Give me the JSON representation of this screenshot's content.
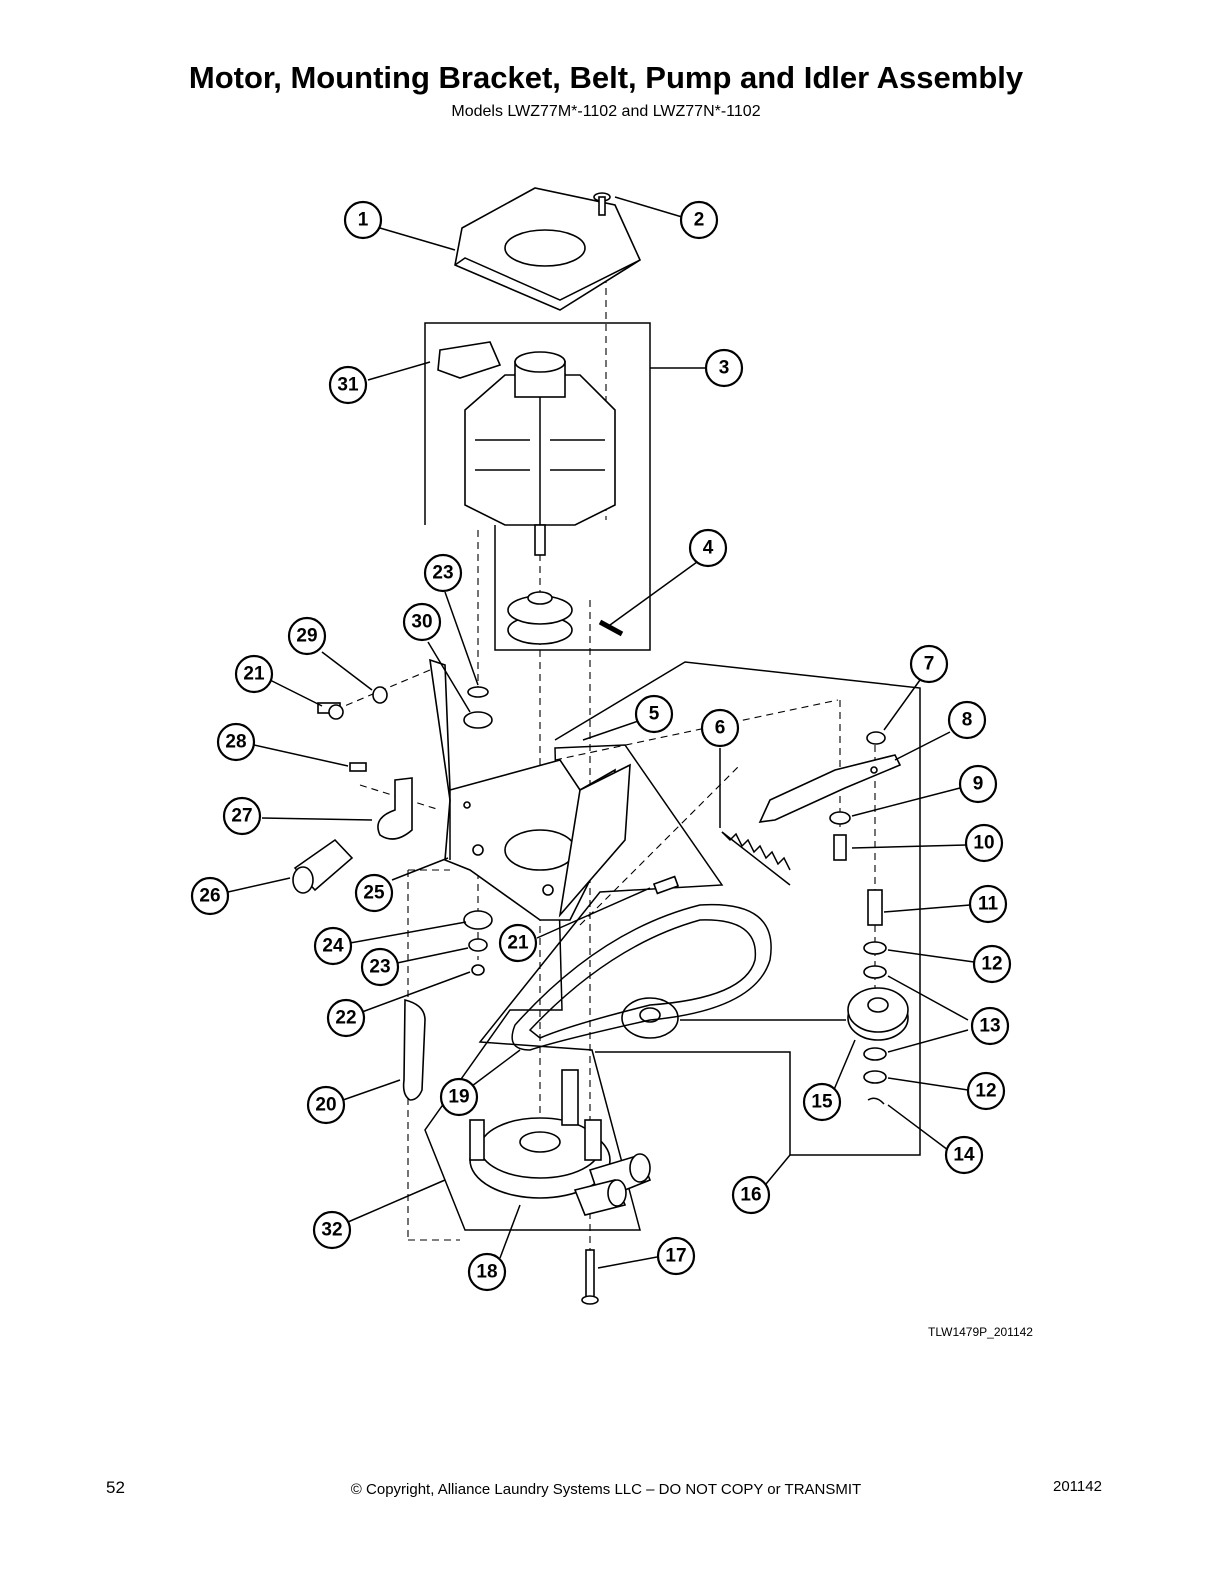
{
  "header": {
    "title": "Motor, Mounting Bracket, Belt, Pump and Idler Assembly",
    "subtitle": "Models LWZ77M*-1102 and LWZ77N*-1102"
  },
  "diagram": {
    "id_label": "TLW1479P_201142",
    "callouts": [
      "1",
      "2",
      "3",
      "4",
      "5",
      "6",
      "7",
      "8",
      "9",
      "10",
      "11",
      "12",
      "13",
      "14",
      "15",
      "16",
      "17",
      "18",
      "19",
      "20",
      "21",
      "22",
      "23",
      "24",
      "25",
      "26",
      "27",
      "28",
      "29",
      "30",
      "31",
      "32",
      "21",
      "23",
      "12",
      "13"
    ]
  },
  "footer": {
    "page_number": "52",
    "copyright": "© Copyright, Alliance Laundry Systems LLC – DO NOT COPY or TRANSMIT",
    "doc_code": "201142"
  }
}
